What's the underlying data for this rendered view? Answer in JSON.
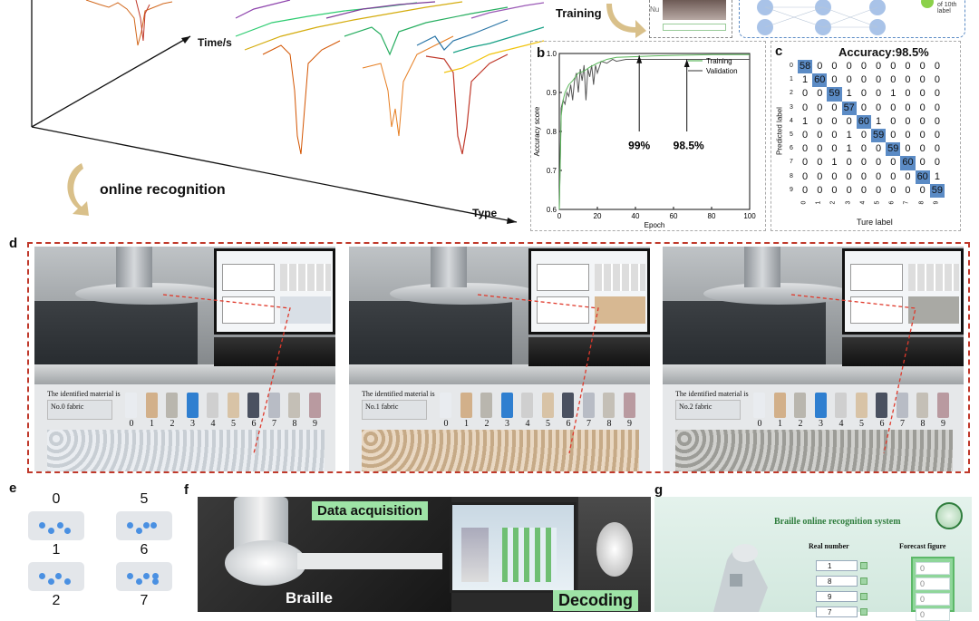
{
  "panel_a": {
    "time_label": "Time/s",
    "type_label": "Type",
    "online_label": "online recognition",
    "training_label": "Training",
    "nn_label": "of 10th label",
    "sample_label": "Num"
  },
  "panel_b": {
    "letter": "b",
    "annotation_1": "99%",
    "annotation_2": "98.5%",
    "chart_data": {
      "type": "line",
      "xlabel": "Epoch",
      "ylabel": "Accuracy score",
      "xlim": [
        0,
        100
      ],
      "ylim": [
        0.6,
        1.0
      ],
      "x_ticks": [
        "0",
        "20",
        "40",
        "60",
        "80",
        "100"
      ],
      "y_ticks": [
        "0.6",
        "0.7",
        "0.8",
        "0.9",
        "1.0"
      ],
      "legend_position": "top-right",
      "series": [
        {
          "name": "Training",
          "color": "#5cb85c",
          "x": [
            0,
            1,
            2,
            3,
            5,
            7,
            10,
            13,
            16,
            20,
            25,
            30,
            40,
            50,
            60,
            70,
            80,
            90,
            100
          ],
          "y": [
            0.6,
            0.84,
            0.88,
            0.9,
            0.92,
            0.93,
            0.95,
            0.955,
            0.965,
            0.975,
            0.985,
            0.99,
            0.992,
            0.994,
            0.995,
            0.996,
            0.997,
            0.997,
            0.997
          ]
        },
        {
          "name": "Validation",
          "color": "#555555",
          "x": [
            0,
            1,
            2,
            3,
            4,
            5,
            6,
            7,
            8,
            9,
            10,
            11,
            12,
            13,
            14,
            15,
            16,
            17,
            18,
            19,
            20,
            22,
            25,
            28,
            30,
            35,
            40,
            50,
            60,
            70,
            80,
            90,
            100
          ],
          "y": [
            0.6,
            0.86,
            0.88,
            0.87,
            0.9,
            0.89,
            0.92,
            0.88,
            0.93,
            0.95,
            0.9,
            0.96,
            0.93,
            0.97,
            0.88,
            0.96,
            0.94,
            0.97,
            0.92,
            0.97,
            0.95,
            0.98,
            0.975,
            0.985,
            0.98,
            0.985,
            0.985,
            0.985,
            0.985,
            0.985,
            0.985,
            0.985,
            0.985
          ]
        }
      ]
    }
  },
  "panel_c": {
    "letter": "c",
    "chart_data": {
      "type": "heatmap",
      "title": "Accuracy:98.5%",
      "xlabel": "Ture label",
      "ylabel": "Predicted label",
      "labels": [
        "0",
        "1",
        "2",
        "3",
        "4",
        "5",
        "6",
        "7",
        "8",
        "9"
      ],
      "matrix": [
        [
          58,
          0,
          0,
          0,
          0,
          0,
          0,
          0,
          0,
          0
        ],
        [
          1,
          60,
          0,
          0,
          0,
          0,
          0,
          0,
          0,
          0
        ],
        [
          0,
          0,
          59,
          1,
          0,
          0,
          1,
          0,
          0,
          0
        ],
        [
          0,
          0,
          0,
          57,
          0,
          0,
          0,
          0,
          0,
          0
        ],
        [
          1,
          0,
          0,
          0,
          60,
          1,
          0,
          0,
          0,
          0
        ],
        [
          0,
          0,
          0,
          1,
          0,
          59,
          0,
          0,
          0,
          0
        ],
        [
          0,
          0,
          0,
          1,
          0,
          0,
          59,
          0,
          0,
          0
        ],
        [
          0,
          0,
          1,
          0,
          0,
          0,
          0,
          60,
          0,
          0
        ],
        [
          0,
          0,
          0,
          0,
          0,
          0,
          0,
          0,
          60,
          1
        ],
        [
          0,
          0,
          0,
          0,
          0,
          0,
          0,
          0,
          0,
          59
        ]
      ]
    }
  },
  "panel_d": {
    "letter": "d",
    "shots": [
      {
        "identified_label": "The identified material is",
        "result": "No.0 fabric",
        "texture_color": "#d9dfe6"
      },
      {
        "identified_label": "The identified material is",
        "result": "No.1 fabric",
        "texture_color": "#d7b892"
      },
      {
        "identified_label": "The identified material is",
        "result": "No.2 fabric",
        "texture_color": "#a9a9a4"
      }
    ],
    "swatch_digits": [
      "0",
      "1",
      "2",
      "3",
      "4",
      "5",
      "6",
      "7",
      "8",
      "9"
    ],
    "swatch_colors": [
      "#e9ecf0",
      "#d2b08a",
      "#b9b6ae",
      "#2f7fd0",
      "#cfcfcf",
      "#d8c3a6",
      "#4a5160",
      "#b8bcc5",
      "#c4bfb6",
      "#b99aa0"
    ]
  },
  "panel_e": {
    "letter": "e",
    "digits": [
      "0",
      "5",
      "1",
      "6",
      "2",
      "7"
    ]
  },
  "panel_f": {
    "letter": "f",
    "data_acq": "Data acquisition",
    "braille": "Braille",
    "decoding": "Decoding"
  },
  "panel_g": {
    "letter": "g",
    "title": "Braille online recognition system",
    "real_number": "Real  number",
    "forecast": "Forecast  figure",
    "inputs": [
      "1",
      "8",
      "9",
      "7"
    ],
    "forecast_values": [
      "0",
      "0",
      "0",
      "0"
    ]
  }
}
